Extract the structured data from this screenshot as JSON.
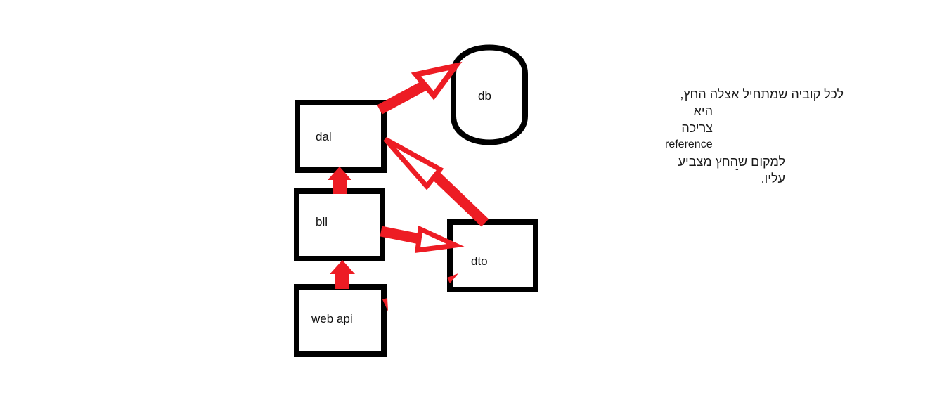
{
  "diagram": {
    "nodes": {
      "dal": "dal",
      "bll": "bll",
      "web_api": "web api",
      "dto": "dto",
      "db": "db"
    },
    "arrow_color": "#ed1c24",
    "box_color": "#000000"
  },
  "note": {
    "line1": "לכל קוביה שמתחיל אצלה החץ,",
    "line2": "היא צריכה",
    "line3": "reference",
    "line4": "למקום שהחץ מצביע עליו.",
    "mark": "-"
  }
}
